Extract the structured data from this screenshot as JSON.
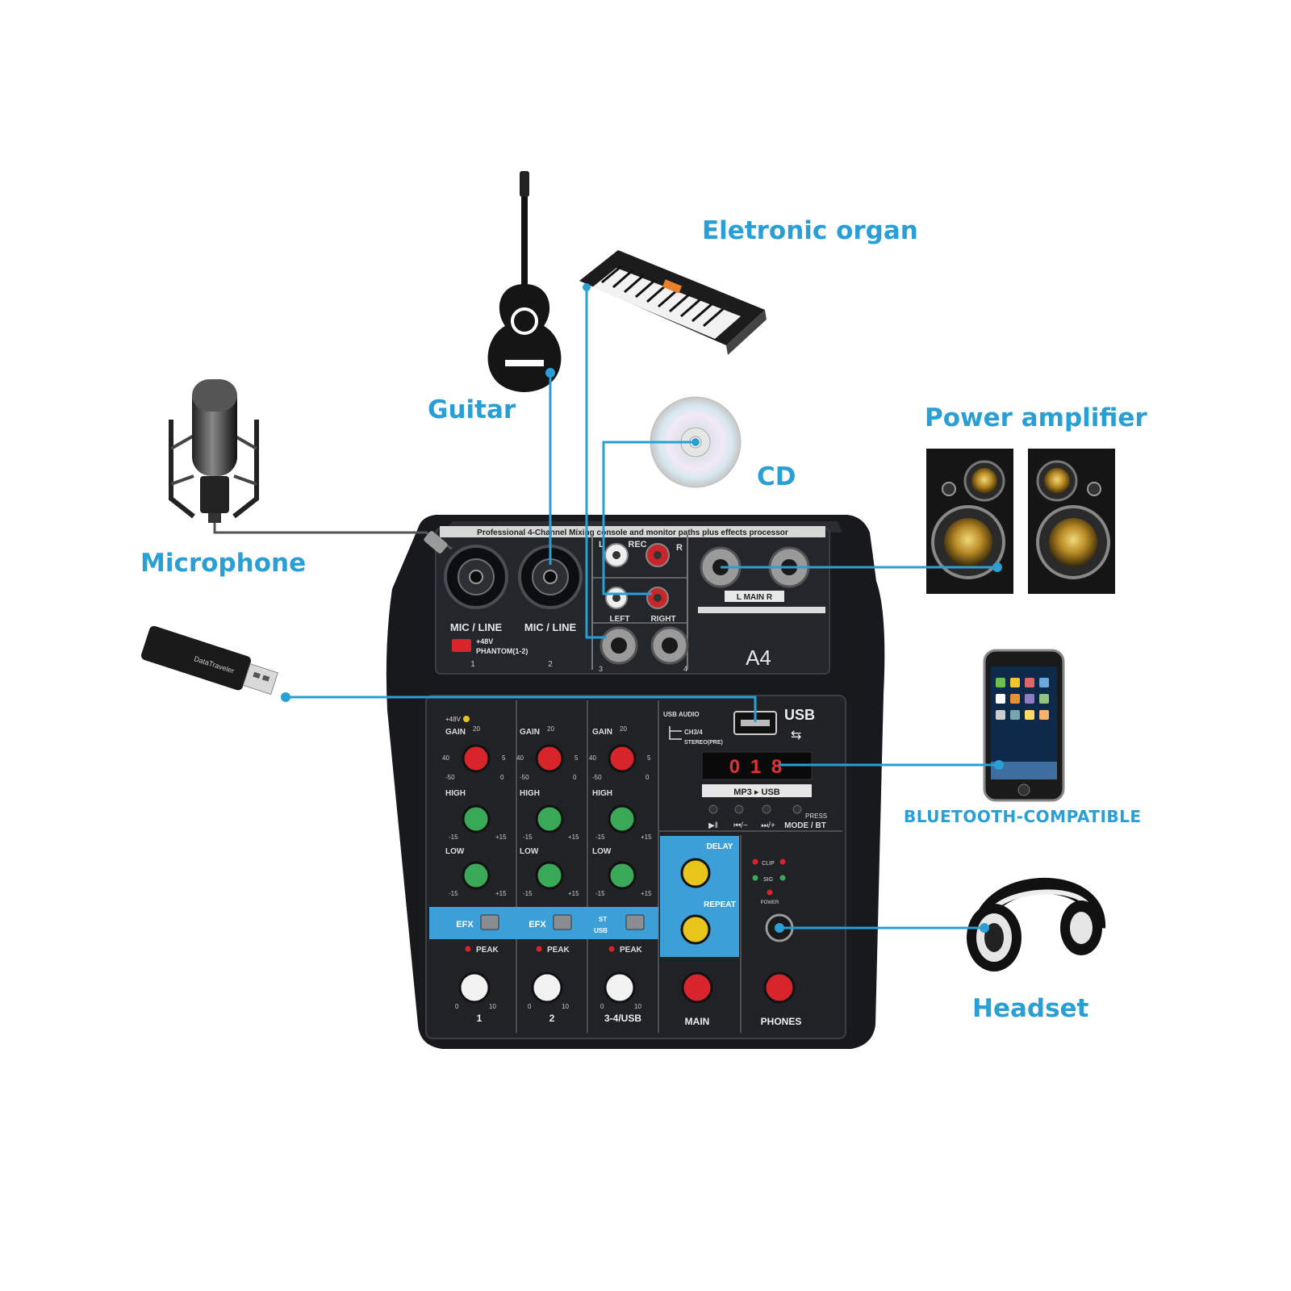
{
  "callouts": {
    "microphone": "Microphone",
    "guitar": "Guitar",
    "organ": "Eletronic organ",
    "cd": "CD",
    "amplifier": "Power amplifier",
    "bluetooth": "BLUETOOTH-COMPATIBLE",
    "headset": "Headset"
  },
  "mixer": {
    "banner": "Professional 4-Channel Mixing console and monitor paths plus effects processor",
    "model": "A4",
    "mic_line": "MIC / LINE",
    "phantom_48v": "+48V",
    "phantom": "PHANTOM(1-2)",
    "ch1": "1",
    "ch2": "2",
    "ch3": "3",
    "ch4": "4",
    "rec": "REC",
    "rec_l": "L",
    "rec_r": "R",
    "left": "LEFT",
    "right": "RIGHT",
    "main_out": "L   MAIN   R",
    "usb": "USB",
    "usb_audio": "USB AUDIO",
    "ch34": "CH3/4",
    "stereo_pre": "STEREO(PRE)",
    "display": "0 1 8",
    "mp3_usb": "MP3 ▸ USB",
    "press": "PRESS",
    "play": "▶‖",
    "prev": "⏮/−",
    "next": "⏭/+",
    "mode": "MODE / BT",
    "gain": "GAIN",
    "high": "HIGH",
    "low": "LOW",
    "efx": "EFX",
    "peak": "PEAK",
    "st": "ST",
    "usb_small": "USB",
    "delay": "DELAY",
    "repeat": "REPEAT",
    "clip": "CLIP",
    "sig": "SIG",
    "power": "POWER",
    "main": "MAIN",
    "phones": "PHONES",
    "label_1": "1",
    "label_2": "2",
    "label_34": "3-4/USB",
    "gain_top": "20",
    "gain_left": "40",
    "gain_low": "-50",
    "gain_right": "5",
    "gain_br": "0",
    "eq_minus": "-15",
    "eq_plus": "+15",
    "vol_min": "0",
    "vol_max": "10",
    "usb_stick_text": "DataTraveler"
  },
  "colors": {
    "accent": "#2a9fd6",
    "panel": "#1e2024",
    "knob_red": "#d8242b",
    "knob_green": "#3aa957",
    "knob_yellow": "#e8c51a",
    "blue_strip": "#3d9fd8"
  },
  "icons": {
    "microphone": "condenser-microphone-icon",
    "guitar": "acoustic-guitar-icon",
    "organ": "keyboard-icon",
    "cd": "compact-disc-icon",
    "amplifier": "speaker-pair-icon",
    "phone": "smartphone-icon",
    "headset": "headphones-icon",
    "usb_drive": "usb-stick-icon"
  }
}
